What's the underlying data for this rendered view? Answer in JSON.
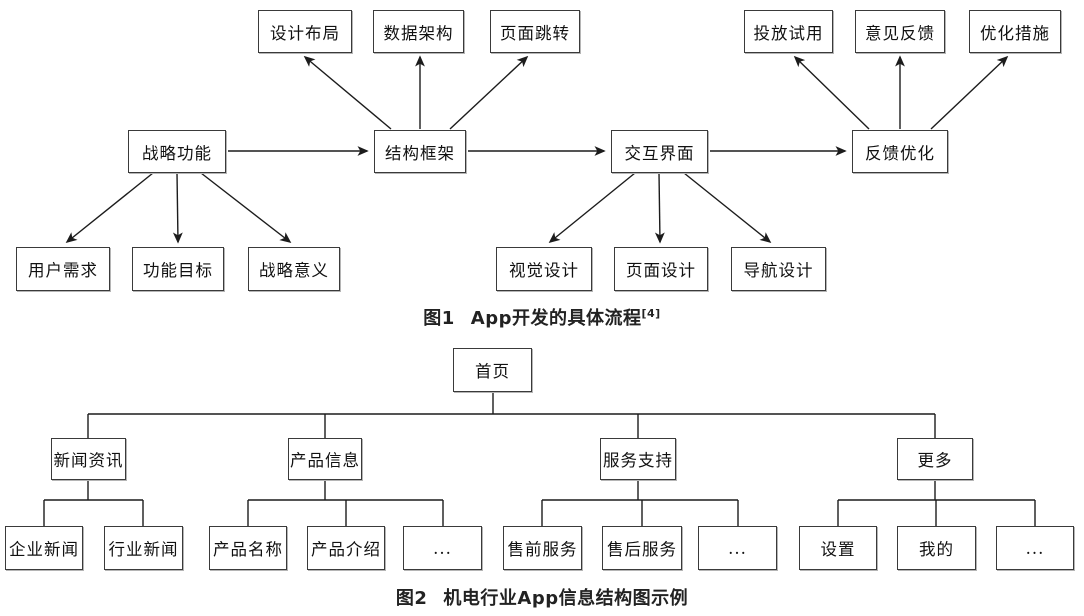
{
  "colors": {
    "line": "#1c1c1c",
    "box_border": "#3a3a3a",
    "text": "#111111",
    "background": "#ffffff"
  },
  "figure1": {
    "caption": {
      "label": "图1",
      "title": "App开发的具体流程",
      "reference": "[4]"
    },
    "nodes": {
      "design_layout": "设计布局",
      "data_architecture": "数据架构",
      "page_jump": "页面跳转",
      "launch_trial": "投放试用",
      "opinion_feedback": "意见反馈",
      "optimization_measures": "优化措施",
      "strategic_function": "战略功能",
      "structure_framework": "结构框架",
      "interaction_interface": "交互界面",
      "feedback_optimization": "反馈优化",
      "user_needs": "用户需求",
      "function_goal": "功能目标",
      "strategic_significance": "战略意义",
      "visual_design": "视觉设计",
      "page_design": "页面设计",
      "navigation_design": "导航设计"
    }
  },
  "figure2": {
    "caption": {
      "label": "图2",
      "title": "机电行业App信息结构图示例"
    },
    "nodes": {
      "home": "首页",
      "news": "新闻资讯",
      "product_info": "产品信息",
      "service_support": "服务支持",
      "more": "更多",
      "company_news": "企业新闻",
      "industry_news": "行业新闻",
      "product_name": "产品名称",
      "product_intro": "产品介绍",
      "ellipsis1": "...",
      "pre_sale_service": "售前服务",
      "after_sale_service": "售后服务",
      "ellipsis2": "...",
      "settings": "设置",
      "mine": "我的",
      "ellipsis3": "..."
    }
  }
}
